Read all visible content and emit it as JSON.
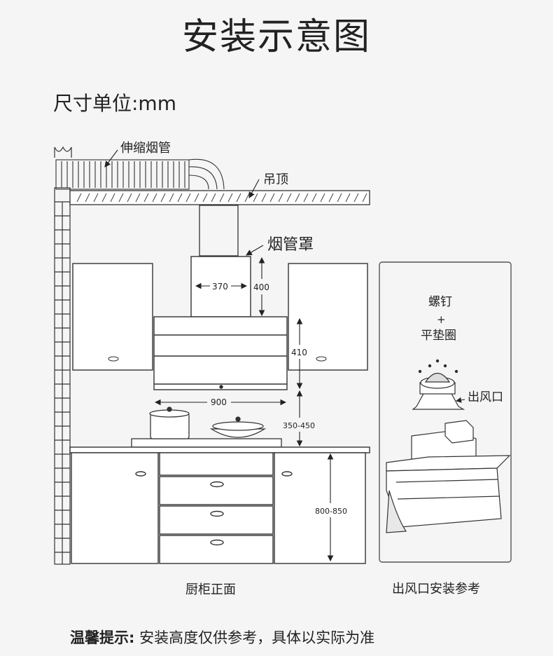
{
  "title": "安装示意图",
  "unit_label": "尺寸单位:mm",
  "labels": {
    "duct": "伸缩烟管",
    "ceiling": "吊顶",
    "cover": "烟管罩",
    "dim_370": "370",
    "dim_400": "400",
    "dim_410": "410",
    "dim_900": "900",
    "dim_350_450": "350-450",
    "dim_800_850": "800-850",
    "screw": "螺钉",
    "plus": "+",
    "washer": "平垫圈",
    "outlet": "出风口",
    "caption_front": "厨柜正面",
    "caption_outlet": "出风口安装参考"
  },
  "tip": {
    "prefix": "温馨提示:",
    "text": " 安装高度仅供参考，具体以实际为准"
  }
}
